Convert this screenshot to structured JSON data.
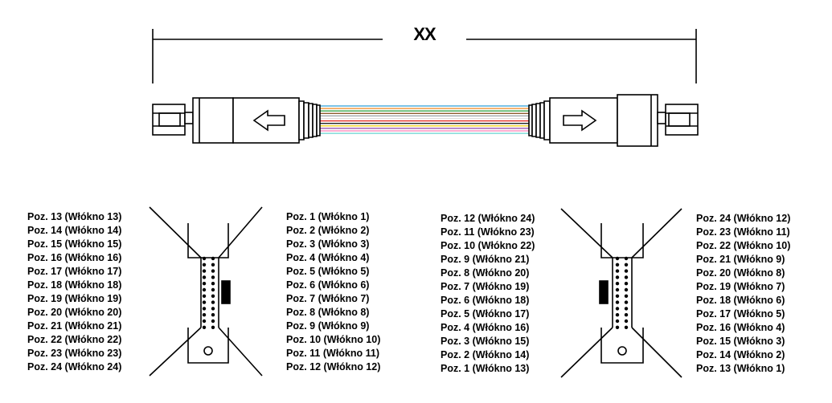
{
  "dimension_label": "XX",
  "connector_left": {
    "outer_labels": [
      "Poz. 13 (Włókno 13)",
      "Poz. 14 (Włókno 14)",
      "Poz. 15 (Włókno 15)",
      "Poz. 16 (Włókno 16)",
      "Poz. 17 (Włókno 17)",
      "Poz. 18 (Włókno 18)",
      "Poz. 19 (Włókno 19)",
      "Poz. 20 (Włókno 20)",
      "Poz. 21 (Włókno 21)",
      "Poz. 22 (Włókno 22)",
      "Poz. 23 (Włókno 23)",
      "Poz. 24 (Włókno 24)"
    ],
    "inner_labels": [
      "Poz. 1 (Włókno 1)",
      "Poz. 2 (Włókno 2)",
      "Poz. 3 (Włókno 3)",
      "Poz. 4 (Włókno 4)",
      "Poz. 5 (Włókno 5)",
      "Poz. 6 (Włókno 6)",
      "Poz. 7 (Włókno 7)",
      "Poz. 8 (Włókno 8)",
      "Poz. 9 (Włókno 9)",
      "Poz. 10 (Włókno 10)",
      "Poz. 11 (Włókno 11)",
      "Poz. 12 (Włókno 12)"
    ]
  },
  "connector_right": {
    "inner_labels": [
      "Poz. 12 (Włókno 24)",
      "Poz. 11 (Włókno 23)",
      "Poz. 10 (Włókno 22)",
      "Poz. 9 (Włókno 21)",
      "Poz. 8 (Włókno 20)",
      "Poz. 7 (Włókno 19)",
      "Poz. 6 (Włókno 18)",
      "Poz. 5 (Włókno 17)",
      "Poz. 4 (Włókno 16)",
      "Poz. 3 (Włókno 15)",
      "Poz. 2 (Włókno 14)",
      "Poz. 1 (Włókno 13)"
    ],
    "outer_labels": [
      "Poz. 24 (Włókno 12)",
      "Poz. 23 (Włókno 11)",
      "Poz. 22 (Włókno 10)",
      "Poz. 21 (Włókno 9)",
      "Poz. 20 (Włókno 8)",
      "Poz. 19 (Włókno 7)",
      "Poz. 18 (Włókno 6)",
      "Poz. 17 (Włókno 5)",
      "Poz. 16 (Włókno 4)",
      "Poz. 15 (Włókno 3)",
      "Poz. 14 (Włókno 2)",
      "Poz. 13 (Włókno 1)"
    ]
  },
  "fiber_colors": [
    "#2f9fd8",
    "#f08a24",
    "#3aa64a",
    "#8b5a2b",
    "#9aa0a6",
    "#ffffff",
    "#e2231a",
    "#222222",
    "#f2d21b",
    "#8e44ad",
    "#ff7fb6",
    "#66d4d0"
  ]
}
